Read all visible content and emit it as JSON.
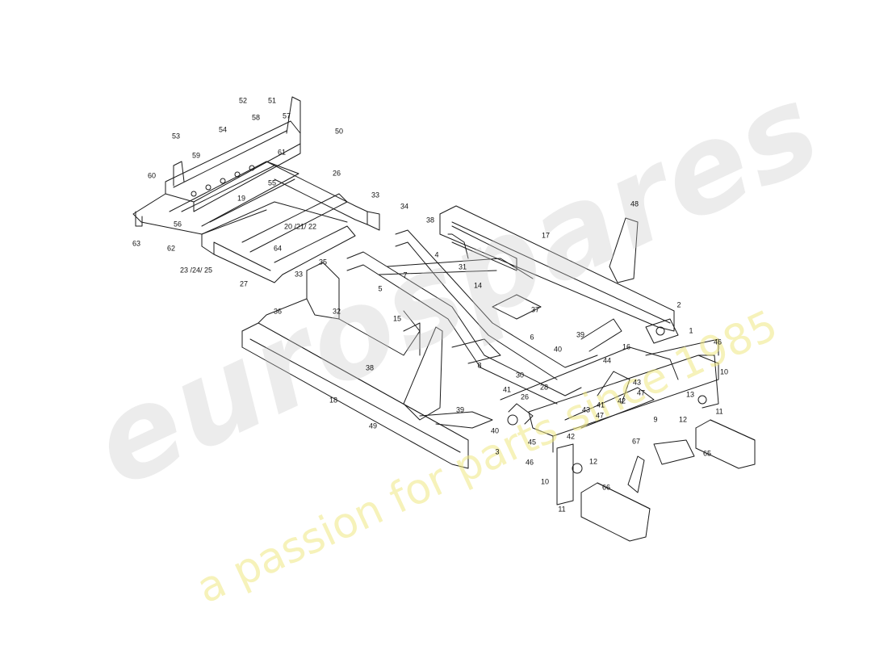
{
  "watermark": {
    "brand": "eurospares",
    "tagline": "a passion for parts since 1985"
  },
  "callouts": [
    {
      "id": "1",
      "label": "1"
    },
    {
      "id": "2",
      "label": "2"
    },
    {
      "id": "3",
      "label": "3"
    },
    {
      "id": "4",
      "label": "4"
    },
    {
      "id": "5",
      "label": "5"
    },
    {
      "id": "6",
      "label": "6"
    },
    {
      "id": "7",
      "label": "7"
    },
    {
      "id": "8",
      "label": "8"
    },
    {
      "id": "9",
      "label": "9"
    },
    {
      "id": "10a",
      "label": "10"
    },
    {
      "id": "10b",
      "label": "10"
    },
    {
      "id": "11a",
      "label": "11"
    },
    {
      "id": "11b",
      "label": "11"
    },
    {
      "id": "12a",
      "label": "12"
    },
    {
      "id": "12b",
      "label": "12"
    },
    {
      "id": "13",
      "label": "13"
    },
    {
      "id": "14",
      "label": "14"
    },
    {
      "id": "15",
      "label": "15"
    },
    {
      "id": "16",
      "label": "16"
    },
    {
      "id": "17",
      "label": "17"
    },
    {
      "id": "18",
      "label": "18"
    },
    {
      "id": "19",
      "label": "19"
    },
    {
      "id": "20",
      "label": "20 /21/ 22"
    },
    {
      "id": "23",
      "label": "23 /24/ 25"
    },
    {
      "id": "26a",
      "label": "26"
    },
    {
      "id": "26b",
      "label": "26"
    },
    {
      "id": "27",
      "label": "27"
    },
    {
      "id": "28",
      "label": "28"
    },
    {
      "id": "30",
      "label": "30"
    },
    {
      "id": "31",
      "label": "31"
    },
    {
      "id": "32",
      "label": "32"
    },
    {
      "id": "33a",
      "label": "33"
    },
    {
      "id": "33b",
      "label": "33"
    },
    {
      "id": "34",
      "label": "34"
    },
    {
      "id": "35",
      "label": "35"
    },
    {
      "id": "36",
      "label": "36"
    },
    {
      "id": "37",
      "label": "37"
    },
    {
      "id": "38a",
      "label": "38"
    },
    {
      "id": "38b",
      "label": "38"
    },
    {
      "id": "39a",
      "label": "39"
    },
    {
      "id": "39b",
      "label": "39"
    },
    {
      "id": "40a",
      "label": "40"
    },
    {
      "id": "40b",
      "label": "40"
    },
    {
      "id": "41a",
      "label": "41"
    },
    {
      "id": "41b",
      "label": "41"
    },
    {
      "id": "42a",
      "label": "42"
    },
    {
      "id": "42b",
      "label": "42"
    },
    {
      "id": "43a",
      "label": "43"
    },
    {
      "id": "43b",
      "label": "43"
    },
    {
      "id": "44",
      "label": "44"
    },
    {
      "id": "45",
      "label": "45"
    },
    {
      "id": "46a",
      "label": "46"
    },
    {
      "id": "46b",
      "label": "46"
    },
    {
      "id": "47a",
      "label": "47"
    },
    {
      "id": "47b",
      "label": "47"
    },
    {
      "id": "48",
      "label": "48"
    },
    {
      "id": "49",
      "label": "49"
    },
    {
      "id": "50",
      "label": "50"
    },
    {
      "id": "51",
      "label": "51"
    },
    {
      "id": "52",
      "label": "52"
    },
    {
      "id": "53",
      "label": "53"
    },
    {
      "id": "54",
      "label": "54"
    },
    {
      "id": "55",
      "label": "55"
    },
    {
      "id": "56",
      "label": "56"
    },
    {
      "id": "57",
      "label": "57"
    },
    {
      "id": "58",
      "label": "58"
    },
    {
      "id": "59",
      "label": "59"
    },
    {
      "id": "60",
      "label": "60"
    },
    {
      "id": "61",
      "label": "61"
    },
    {
      "id": "62",
      "label": "62"
    },
    {
      "id": "63",
      "label": "63"
    },
    {
      "id": "64",
      "label": "64"
    },
    {
      "id": "65",
      "label": "65"
    },
    {
      "id": "66",
      "label": "66"
    },
    {
      "id": "67",
      "label": "67"
    }
  ]
}
